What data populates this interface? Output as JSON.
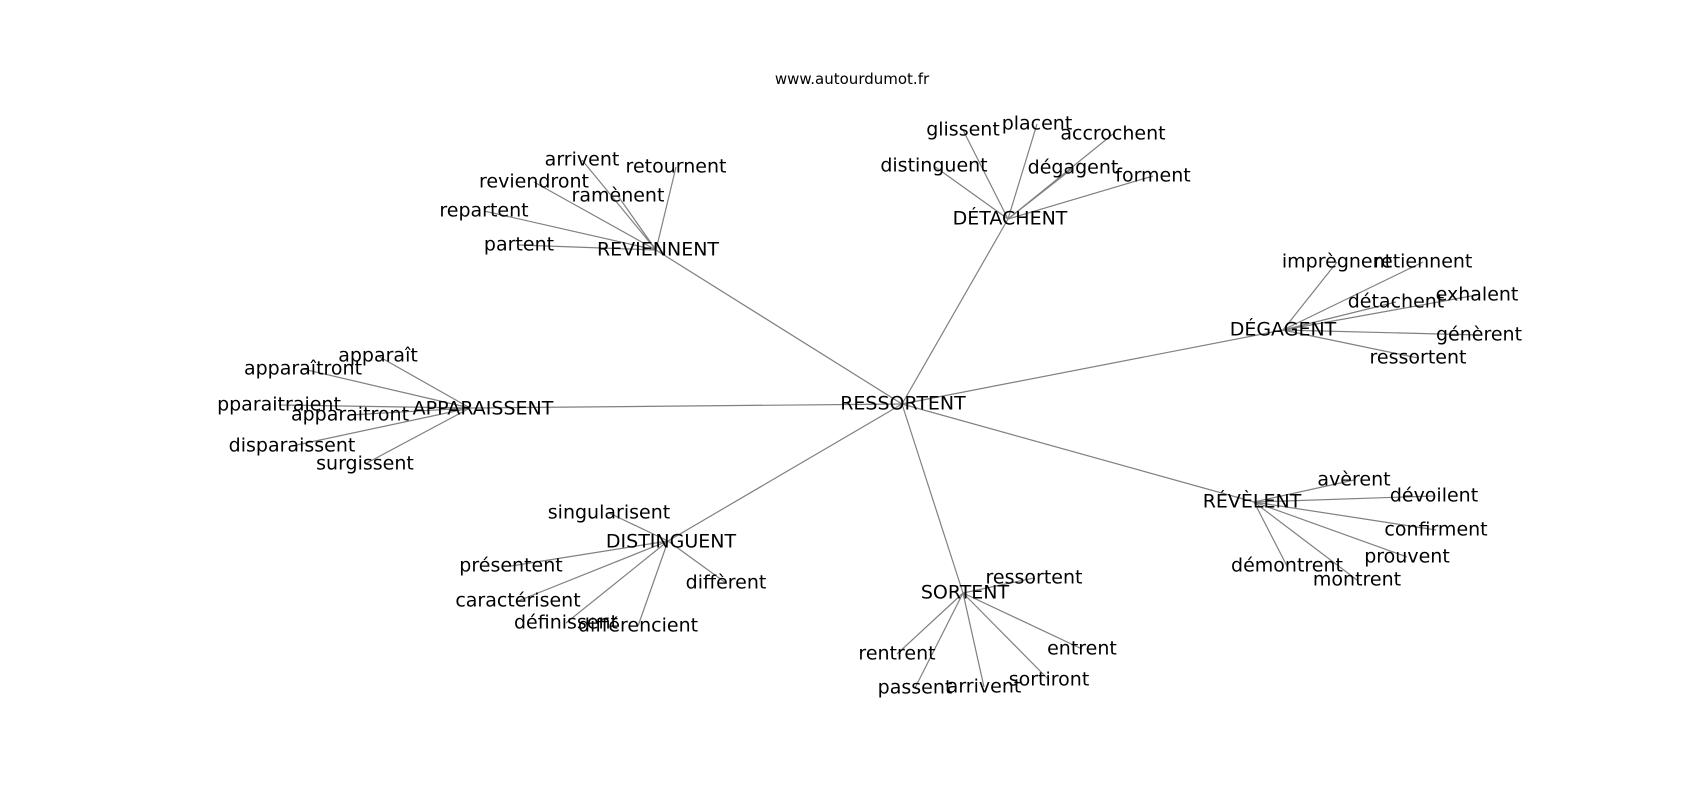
{
  "site": "www.autourdumot.fr",
  "graph": {
    "center": "RESSORTENT",
    "groups": [
      {
        "hub": "REVIENNENT",
        "leaves": [
          "arrivent",
          "retournent",
          "reviendront",
          "ramènent",
          "repartent",
          "partent"
        ]
      },
      {
        "hub": "DÉTACHENT",
        "leaves": [
          "glissent",
          "placent",
          "accrochent",
          "distinguent",
          "dégagent",
          "forment"
        ]
      },
      {
        "hub": "DÉGAGENT",
        "leaves": [
          "imprègnent",
          "retiennent",
          "détachent",
          "exhalent",
          "génèrent",
          "ressortent"
        ]
      },
      {
        "hub": "APPARAISSENT",
        "leaves": [
          "apparaît",
          "apparaîtront",
          "pparaitraient",
          "apparaitront",
          "disparaissent",
          "surgissent"
        ]
      },
      {
        "hub": "RÉVÈLENT",
        "leaves": [
          "avèrent",
          "dévoilent",
          "confirment",
          "prouvent",
          "démontrent",
          "montrent"
        ]
      },
      {
        "hub": "DISTINGUENT",
        "leaves": [
          "singularisent",
          "présentent",
          "diffèrent",
          "caractérisent",
          "définissent",
          "différencient"
        ]
      },
      {
        "hub": "SORTENT",
        "leaves": [
          "ressortent",
          "rentrent",
          "entrent",
          "passent",
          "arrivent",
          "sortiront"
        ]
      }
    ]
  }
}
